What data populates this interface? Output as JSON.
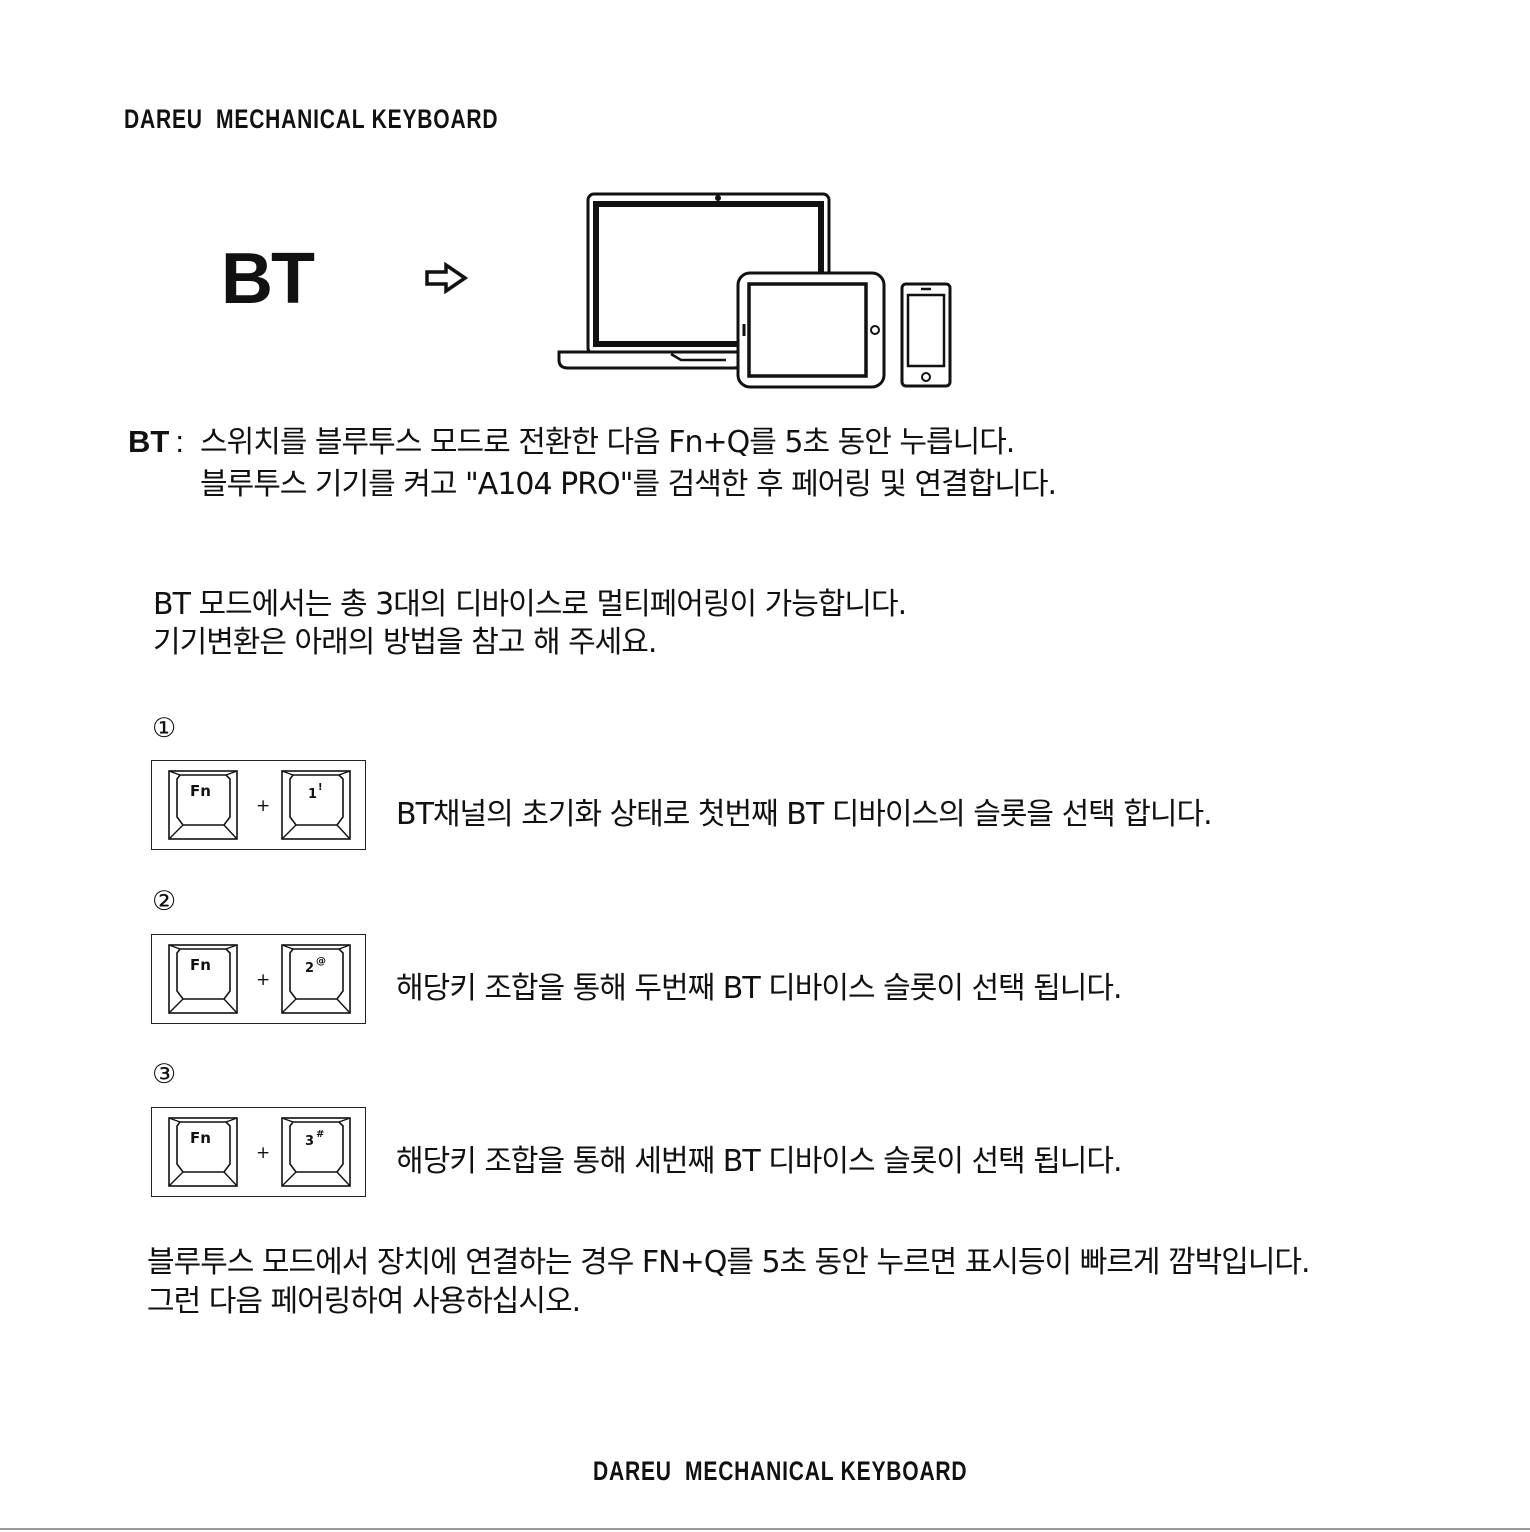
{
  "header": {
    "brand": "DAREU  MECHANICAL KEYBOARD"
  },
  "hero": {
    "mode_label": "BT"
  },
  "bt_section": {
    "label": "BT",
    "separator": ":",
    "line1": "스위치를 블루투스 모드로 전환한 다음 Fn+Q를 5초 동안 누릅니다.",
    "line2": "블루투스 기기를 켜고 \"A104 PRO\"를 검색한 후 페어링 및 연결합니다."
  },
  "multi_pair": {
    "line1": "BT 모드에서는 총 3대의 디바이스로 멀티페어링이 가능합니다.",
    "line2": "기기변환은 아래의 방법을 참고 해 주세요."
  },
  "steps": [
    {
      "number": "①",
      "key1": "Fn",
      "plus": "+",
      "key2_main": "1",
      "key2_shift": "!",
      "text": "BT채널의 초기화 상태로 첫번째 BT 디바이스의 슬롯을 선택 합니다."
    },
    {
      "number": "②",
      "key1": "Fn",
      "plus": "+",
      "key2_main": "2",
      "key2_shift": "@",
      "text": "해당키 조합을 통해 두번째 BT 디바이스 슬롯이 선택 됩니다."
    },
    {
      "number": "③",
      "key1": "Fn",
      "plus": "+",
      "key2_main": "3",
      "key2_shift": "#",
      "text": "해당키 조합을 통해 세번째 BT 디바이스 슬롯이 선택 됩니다."
    }
  ],
  "footer_note": {
    "line1": "블루투스 모드에서 장치에 연결하는 경우 FN+Q를 5초 동안 누르면 표시등이 빠르게 깜박입니다.",
    "line2": "그런 다음 페어링하여 사용하십시오."
  },
  "footer": {
    "brand": "DAREU  MECHANICAL KEYBOARD"
  },
  "icons": [
    "arrow-right-outline-icon",
    "laptop-icon",
    "tablet-icon",
    "smartphone-icon"
  ]
}
